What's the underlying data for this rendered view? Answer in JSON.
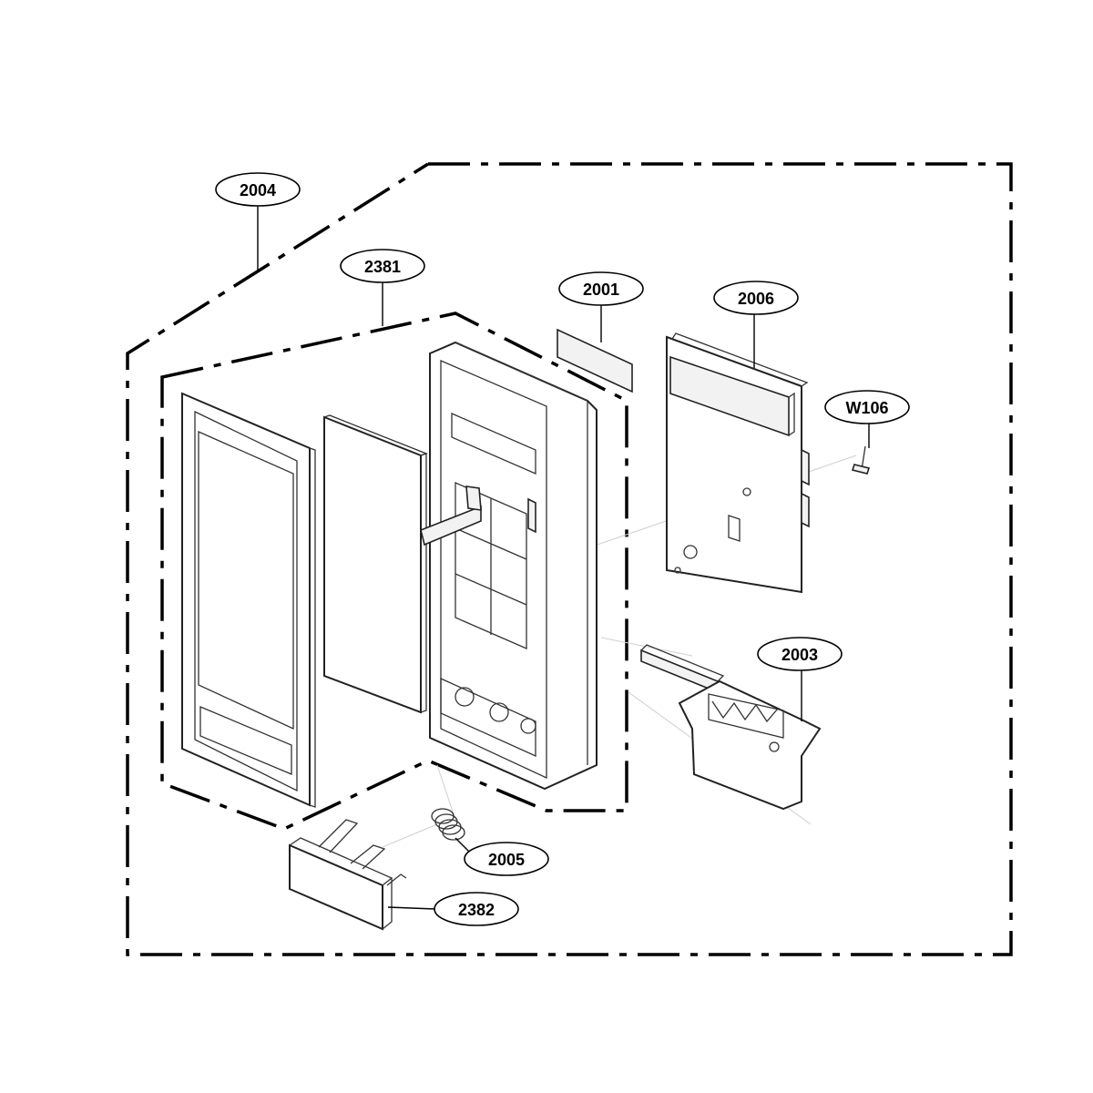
{
  "diagram": {
    "callouts": {
      "c2004": "2004",
      "c2381": "2381",
      "c2001": "2001",
      "c2006": "2006",
      "cW106": "W106",
      "c2003": "2003",
      "c2005": "2005",
      "c2382": "2382"
    }
  }
}
